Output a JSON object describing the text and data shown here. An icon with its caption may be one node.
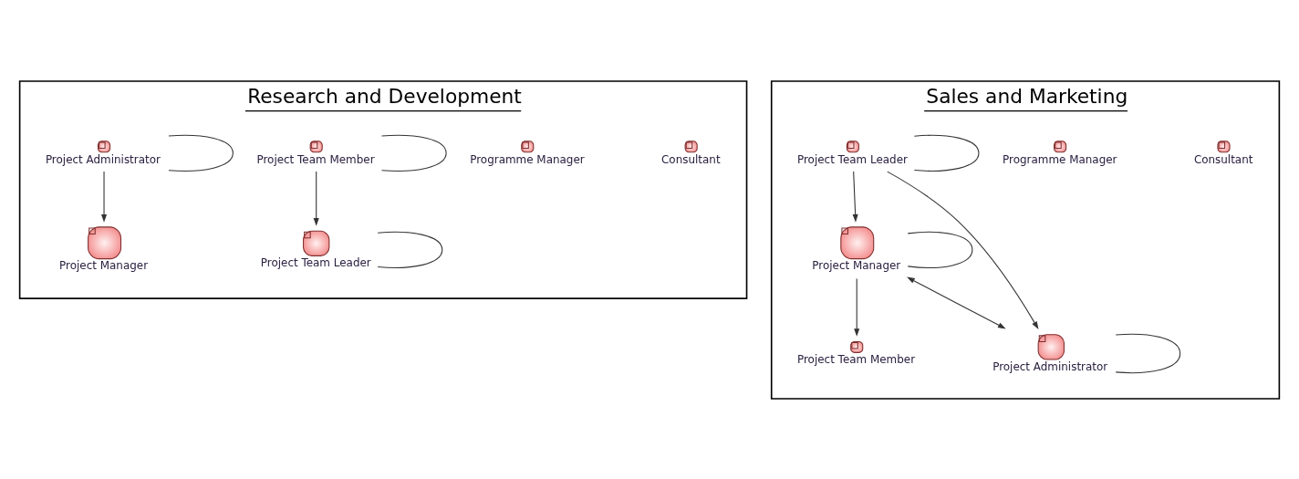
{
  "diagram": {
    "nodes": [
      {
        "text": [
          "Research and Development"
        ]
      },
      {
        "text": [
          "Consultant"
        ],
        "in": 0
      },
      {
        "text": [
          "Programme Manager"
        ],
        "in": 0
      },
      {
        "text": [
          "Project Manager"
        ],
        "in": 0
      },
      {
        "text": [
          "Project Team Member"
        ],
        "in": 0
      },
      {
        "text": [
          "Project Administrator"
        ],
        "in": 0
      },
      {
        "text": [
          "Project Team Leader"
        ],
        "in": 0
      },
      {
        "text": [
          "Sales and Marketing"
        ]
      },
      {
        "text": [
          "Consultant"
        ],
        "in": 7
      },
      {
        "text": [
          "Programme Manager"
        ],
        "in": 7
      },
      {
        "text": [
          "Project Team Member"
        ],
        "in": 7
      },
      {
        "text": [
          "Project Manager"
        ],
        "in": 7
      },
      {
        "text": [
          "Project Team Leader"
        ],
        "in": 7
      },
      {
        "text": [
          "Project Administrator"
        ],
        "in": 7
      }
    ],
    "edges": [
      {
        "from": 4,
        "to": 4,
        "arrow": "none"
      },
      {
        "from": 5,
        "to": 5,
        "arrow": "none"
      },
      {
        "from": 6,
        "to": 6,
        "arrow": "none"
      },
      {
        "from": 4,
        "to": 6,
        "arrow": "to"
      },
      {
        "from": 5,
        "to": 3,
        "arrow": "to"
      },
      {
        "from": 11,
        "to": 10,
        "arrow": "to"
      },
      {
        "from": 11,
        "to": 11,
        "arrow": "none"
      },
      {
        "from": 12,
        "to": 12,
        "arrow": "none"
      },
      {
        "from": 13,
        "to": 13,
        "arrow": "none"
      },
      {
        "from": 12,
        "to": 11,
        "arrow": "to"
      },
      {
        "from": 11,
        "to": 13,
        "arrow": "both"
      },
      {
        "from": 12,
        "to": 13,
        "arrow": "to"
      }
    ]
  }
}
